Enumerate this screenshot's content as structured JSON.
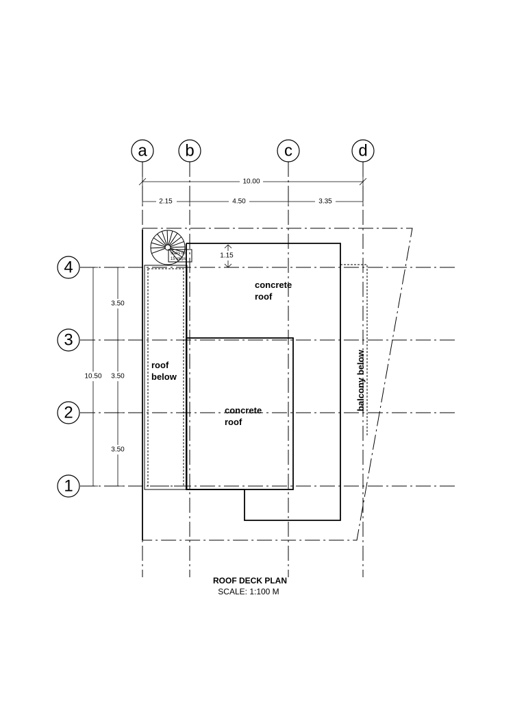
{
  "grid_columns": [
    "a",
    "b",
    "c",
    "d"
  ],
  "grid_rows": [
    "4",
    "3",
    "2",
    "1"
  ],
  "dimensions": {
    "overall_width": "10.00",
    "bay_ab": "2.15",
    "bay_bc": "4.50",
    "bay_cd": "3.35",
    "overall_depth": "10.50",
    "bay_43": "3.50",
    "bay_32": "3.50",
    "bay_21": "3.50",
    "stair_offset": "1.15"
  },
  "labels": {
    "concrete_roof_upper_1": "concrete",
    "concrete_roof_upper_2": "roof",
    "concrete_roof_lower_1": "concrete",
    "concrete_roof_lower_2": "roof",
    "roof_below_1": "roof",
    "roof_below_2": "below",
    "balcony_below": "balcony below",
    "stairs_dn": "stairs dn",
    "stairs_steps": "15 steps"
  },
  "title": "ROOF DECK PLAN",
  "scale": "SCALE: 1:100 M"
}
